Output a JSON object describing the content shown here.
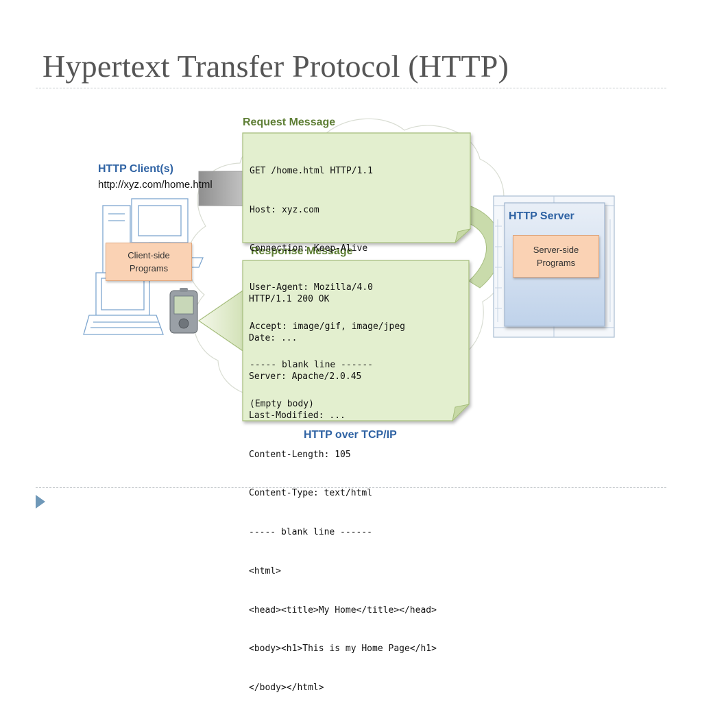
{
  "slide": {
    "title": "Hypertext Transfer Protocol (HTTP)"
  },
  "diagram": {
    "client": {
      "heading": "HTTP Client(s)",
      "url": "http://xyz.com/home.html",
      "programs_label": "Client-side\nPrograms"
    },
    "server": {
      "heading": "HTTP Server",
      "programs_label": "Server-side\nPrograms"
    },
    "request": {
      "heading": "Request Message",
      "lines": [
        "GET /home.html HTTP/1.1",
        "Host: xyz.com",
        "Connection: Keep-Alive",
        "User-Agent: Mozilla/4.0",
        "Accept: image/gif, image/jpeg",
        "----- blank line ------",
        "(Empty body)"
      ]
    },
    "response": {
      "heading": "Response Message",
      "lines": [
        "HTTP/1.1 200 OK",
        "Date: ...",
        "Server: Apache/2.0.45",
        "Last-Modified: ...",
        "Content-Length: 105",
        "Content-Type: text/html",
        "----- blank line ------",
        "<html>",
        "<head><title>My Home</title></head>",
        "<body><h1>This is my Home Page</h1>",
        "</body></html>"
      ]
    },
    "transport_label": "HTTP over TCP/IP",
    "colors": {
      "green_box": "#e3efcf",
      "green_border": "#a5bd7c",
      "heading_green": "#5e7e35",
      "heading_blue": "#2e62a3",
      "program_box": "#fad2b4",
      "server_fill": "#d3e0ef"
    }
  }
}
